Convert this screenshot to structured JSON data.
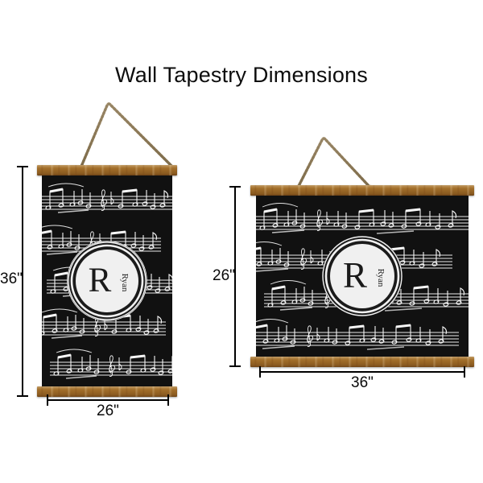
{
  "page": {
    "title": "Wall Tapestry Dimensions",
    "background_color": "#ffffff",
    "text_color": "#0d0d0d"
  },
  "design": {
    "name": "musical-notes-monogram",
    "fabric_color": "#111111",
    "note_color": "#ffffff",
    "monogram_letter": "R",
    "monogram_name": "Ryan",
    "monogram_fill": "#f0f0f0",
    "monogram_ring_color": "#1a1a1a",
    "dowel_color": "#9a6726",
    "rope_color": "#b5a07a"
  },
  "products": [
    {
      "id": "tapestry-portrait",
      "orientation": "portrait",
      "width_label": "26\"",
      "height_label": "36\"",
      "width_inches": 26,
      "height_inches": 36
    },
    {
      "id": "tapestry-landscape",
      "orientation": "landscape",
      "width_label": "36\"",
      "height_label": "26\"",
      "width_inches": 36,
      "height_inches": 26
    }
  ]
}
